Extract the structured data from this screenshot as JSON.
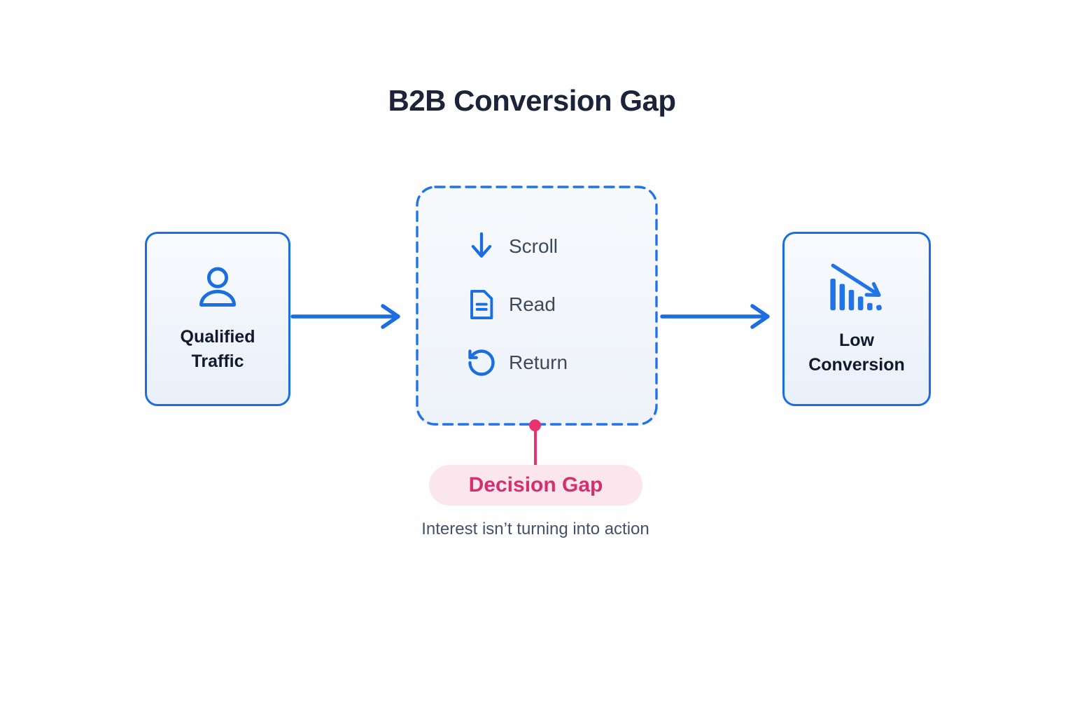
{
  "title": "B2B Conversion Gap",
  "flow": {
    "source": {
      "label": "Qualified Traffic",
      "icon": "person-icon"
    },
    "middle": {
      "items": [
        {
          "icon": "arrow-down-icon",
          "label": "Scroll"
        },
        {
          "icon": "document-icon",
          "label": "Read"
        },
        {
          "icon": "rotate-ccw-icon",
          "label": "Return"
        }
      ]
    },
    "target": {
      "label": "Low Conversion",
      "icon": "declining-bar-chart-icon"
    }
  },
  "callout": {
    "label": "Decision Gap",
    "caption": "Interest isn’t turning into action"
  },
  "colors": {
    "blue": "#1a6ee0",
    "navy": "#1b2438",
    "slate": "#3e4a5c",
    "caption": "#44516a",
    "pink": "#e8336e",
    "pink_text": "#d62f6e",
    "pink_bg": "#fbe6ee"
  }
}
